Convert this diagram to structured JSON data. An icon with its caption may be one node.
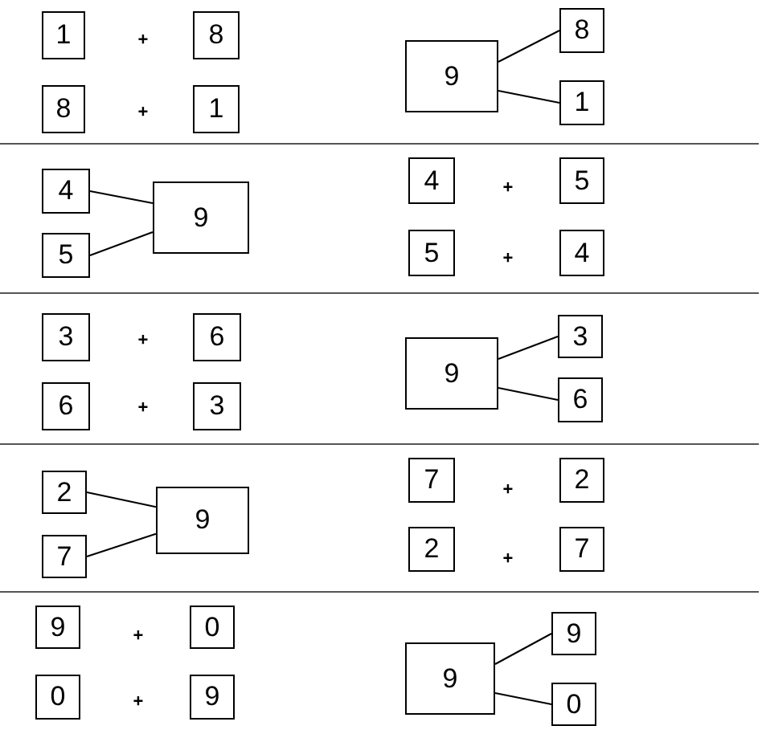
{
  "diagram": {
    "nodes": [
      {
        "text": [
          "1"
        ]
      },
      {
        "text": [
          "8"
        ]
      },
      {
        "text": [
          "8"
        ]
      },
      {
        "text": [
          "1"
        ]
      },
      {
        "text": [
          "9"
        ]
      },
      {
        "text": [
          "8"
        ]
      },
      {
        "text": [
          "1"
        ]
      },
      {
        "text": [
          "4"
        ]
      },
      {
        "text": [
          "5"
        ]
      },
      {
        "text": [
          "9"
        ]
      },
      {
        "text": [
          "4"
        ]
      },
      {
        "text": [
          "5"
        ]
      },
      {
        "text": [
          "5"
        ]
      },
      {
        "text": [
          "4"
        ]
      },
      {
        "text": [
          "3"
        ]
      },
      {
        "text": [
          "6"
        ]
      },
      {
        "text": [
          "6"
        ]
      },
      {
        "text": [
          "3"
        ]
      },
      {
        "text": [
          "9"
        ]
      },
      {
        "text": [
          "3"
        ]
      },
      {
        "text": [
          "6"
        ]
      },
      {
        "text": [
          "2"
        ]
      },
      {
        "text": [
          "7"
        ]
      },
      {
        "text": [
          "9"
        ]
      },
      {
        "text": [
          "7"
        ]
      },
      {
        "text": [
          "2"
        ]
      },
      {
        "text": [
          "2"
        ]
      },
      {
        "text": [
          "7"
        ]
      },
      {
        "text": [
          "9"
        ]
      },
      {
        "text": [
          "0"
        ]
      },
      {
        "text": [
          "0"
        ]
      },
      {
        "text": [
          "9"
        ]
      },
      {
        "text": [
          "9"
        ]
      },
      {
        "text": [
          "9"
        ]
      },
      {
        "text": [
          "0"
        ]
      }
    ],
    "edges": [
      {
        "from": 4,
        "to": 5,
        "arrow": "none"
      },
      {
        "from": 4,
        "to": 6,
        "arrow": "none"
      },
      {
        "from": 9,
        "to": 7,
        "arrow": "none"
      },
      {
        "from": 9,
        "to": 8,
        "arrow": "none"
      },
      {
        "from": 18,
        "to": 19,
        "arrow": "none"
      },
      {
        "from": 18,
        "to": 20,
        "arrow": "none"
      },
      {
        "from": 23,
        "to": 21,
        "arrow": "none"
      },
      {
        "from": 23,
        "to": 22,
        "arrow": "none"
      },
      {
        "from": 32,
        "to": 33,
        "arrow": "none"
      },
      {
        "from": 32,
        "to": 34,
        "arrow": "none"
      }
    ],
    "labels": [
      "+",
      "+",
      "+",
      "+",
      "+",
      "+",
      "+",
      "+",
      "+",
      "+"
    ]
  }
}
